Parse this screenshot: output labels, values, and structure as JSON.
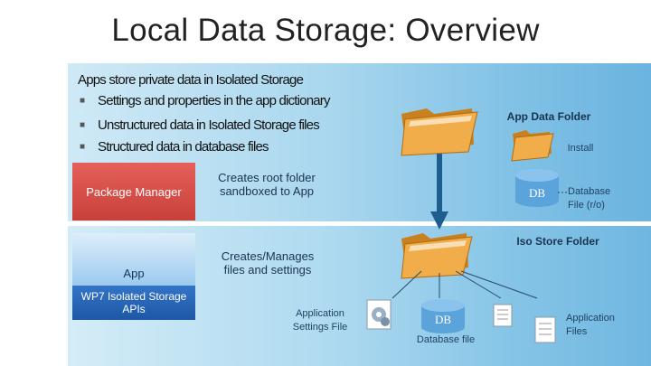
{
  "slide": {
    "title": "Local Data Storage: Overview",
    "heading": "Apps store private data in Isolated Storage",
    "bullets": [
      "Settings and properties in the app dictionary",
      "Unstructured data in Isolated Storage files",
      "Structured data in database files"
    ]
  },
  "diagram": {
    "package_manager": "Package Manager",
    "creates_root": "Creates root folder sandboxed to App",
    "app_data_folder": "App Data Folder",
    "install": "Install",
    "db_top": "DB",
    "database_file_ro": "Database File (r/o)",
    "iso_store_folder": "Iso Store Folder",
    "app": "App",
    "wp7_apis": "WP7 Isolated Storage APIs",
    "creates_manages": "Creates/Manages files and settings",
    "application_settings_file": "Application Settings File",
    "db_bottom": "DB",
    "database_file": "Database file",
    "application_files": "Application Files"
  },
  "colors": {
    "package_manager": "#d9534f",
    "app_box": "#3f7fd1",
    "wp7_box": "#1f5fb0",
    "folder": "#e8a33a",
    "arrow": "#1f5d8f"
  },
  "icons": [
    "folder-icon",
    "database-icon",
    "document-icon",
    "settings-file-icon",
    "arrow-down-icon"
  ]
}
